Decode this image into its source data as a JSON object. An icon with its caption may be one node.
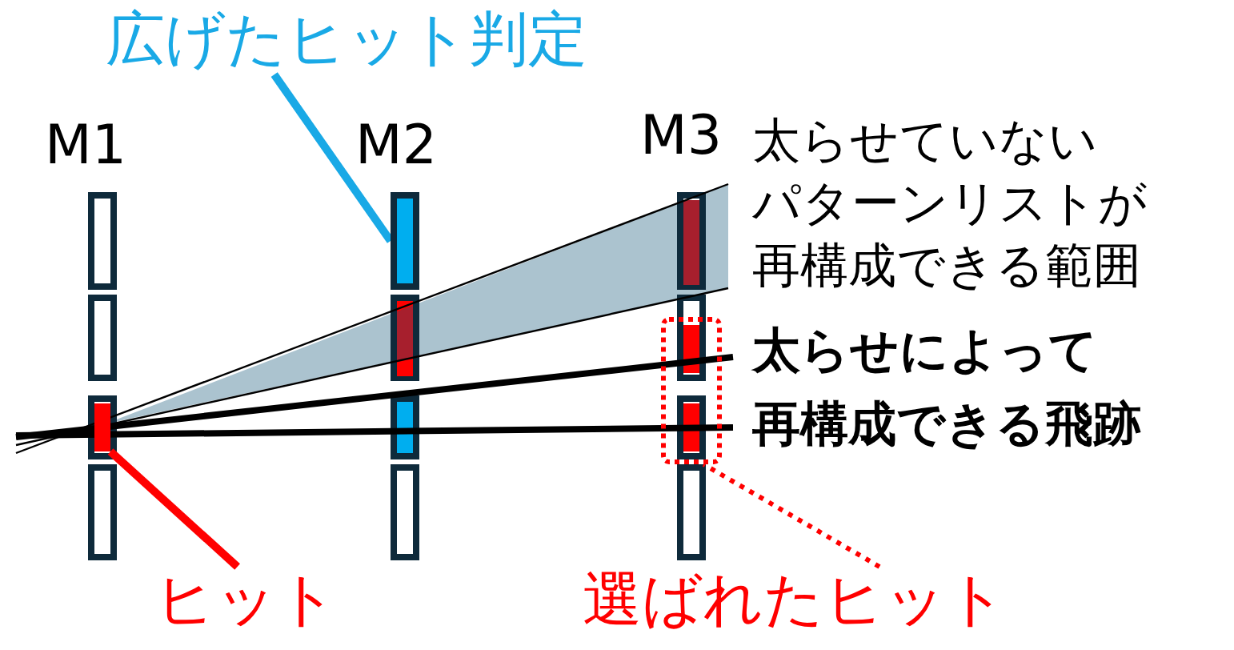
{
  "diagram": {
    "nodes": [
      {
        "text": [
          "広げたヒット判定"
        ]
      },
      {
        "text": [],
        "shape": "bar"
      },
      {
        "text": [
          "ヒット"
        ]
      },
      {
        "text": [],
        "shape": "bar"
      },
      {
        "text": [
          "選ばれたヒット"
        ]
      },
      {
        "text": [],
        "shape": "box"
      }
    ],
    "edges": [
      {
        "from": 0,
        "to": 1,
        "arrow": "none",
        "color": "#19a9e6"
      },
      {
        "from": 2,
        "to": 3,
        "arrow": "none",
        "color": "#ff0000"
      },
      {
        "from": 4,
        "to": 5,
        "arrow": "none",
        "style": "dashed",
        "color": "#ff0000"
      }
    ],
    "labels": [
      "M1",
      "M2",
      "M3",
      "太らせていない",
      "パターンリストが",
      "再構成できる範囲",
      "太らせによって",
      "再構成できる飛跡"
    ]
  }
}
